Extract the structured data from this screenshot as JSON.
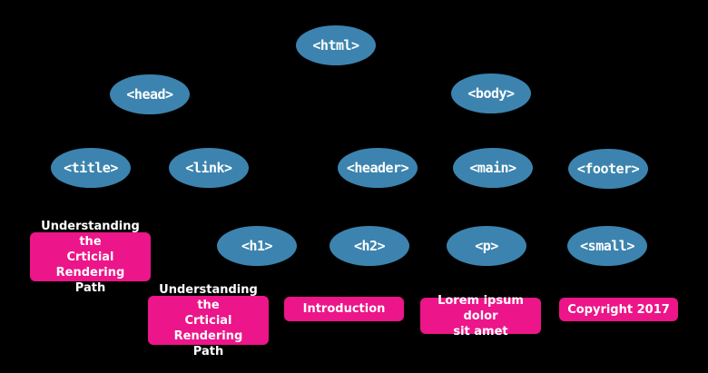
{
  "colors": {
    "background": "#000000",
    "element_node_fill": "#3c84af",
    "text_node_fill": "#ec1589",
    "node_text": "#ffffff"
  },
  "element_nodes": {
    "html": {
      "label": "<html>"
    },
    "head": {
      "label": "<head>"
    },
    "body": {
      "label": "<body>"
    },
    "title": {
      "label": "<title>"
    },
    "link": {
      "label": "<link>"
    },
    "header": {
      "label": "<header>"
    },
    "main": {
      "label": "<main>"
    },
    "footer": {
      "label": "<footer>"
    },
    "h1": {
      "label": "<h1>"
    },
    "h2": {
      "label": "<h2>"
    },
    "p": {
      "label": "<p>"
    },
    "small": {
      "label": "<small>"
    }
  },
  "text_nodes": {
    "title_text": {
      "label": "Understanding the\nCrticial Rendering\nPath"
    },
    "h1_text": {
      "label": "Understanding the\nCrticial Rendering\nPath"
    },
    "h2_text": {
      "label": "Introduction"
    },
    "p_text": {
      "label": "Lorem ipsum dolor\nsit amet"
    },
    "small_text": {
      "label": "Copyright 2017"
    }
  }
}
